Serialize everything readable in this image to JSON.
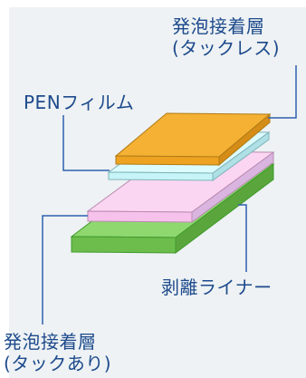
{
  "labels": {
    "foam_tackless_line1": "発泡接着層",
    "foam_tackless_line2": "(タックレス)",
    "pen_film": "PENフィルム",
    "release_liner": "剥離ライナー",
    "foam_tacky_line1": "発泡接着層",
    "foam_tacky_line2": "(タックあり)"
  },
  "colors": {
    "label_text": "#1d4a8c",
    "leader_line": "#2f5fb0",
    "top_layer": "#f5b133",
    "pen_layer": "#c6f4f7",
    "bottom_foam_layer": "#f8c8ee",
    "liner_layer": "#7ccc5a",
    "panel_bg": "#eef2f4"
  }
}
